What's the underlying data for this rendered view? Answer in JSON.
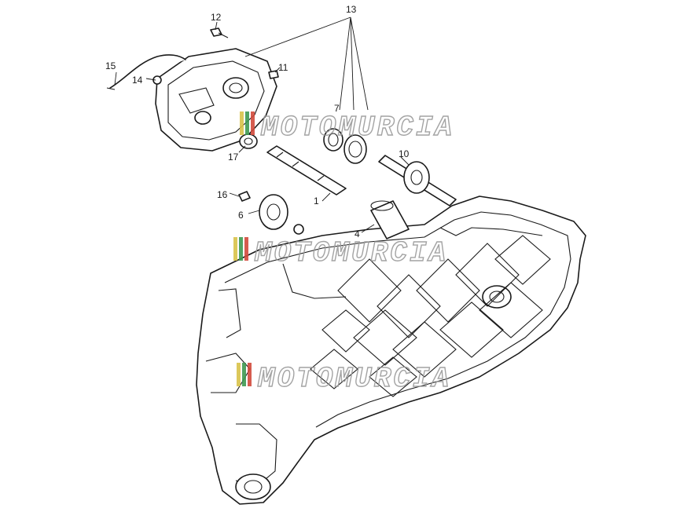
{
  "watermark": {
    "text": "MOTOMURCIA",
    "flag_colors": [
      "#d9c34a",
      "#3f9a52",
      "#d24b3c"
    ]
  },
  "callouts": [
    {
      "id": "label-13",
      "text": "13"
    },
    {
      "id": "label-12",
      "text": "12"
    },
    {
      "id": "label-11",
      "text": "11"
    },
    {
      "id": "label-15",
      "text": "15"
    },
    {
      "id": "label-14",
      "text": "14"
    },
    {
      "id": "label-7",
      "text": "7"
    },
    {
      "id": "label-17",
      "text": "17"
    },
    {
      "id": "label-10",
      "text": "10"
    },
    {
      "id": "label-16",
      "text": "16"
    },
    {
      "id": "label-6",
      "text": "6"
    },
    {
      "id": "label-1",
      "text": "1"
    },
    {
      "id": "label-4",
      "text": "4"
    }
  ]
}
